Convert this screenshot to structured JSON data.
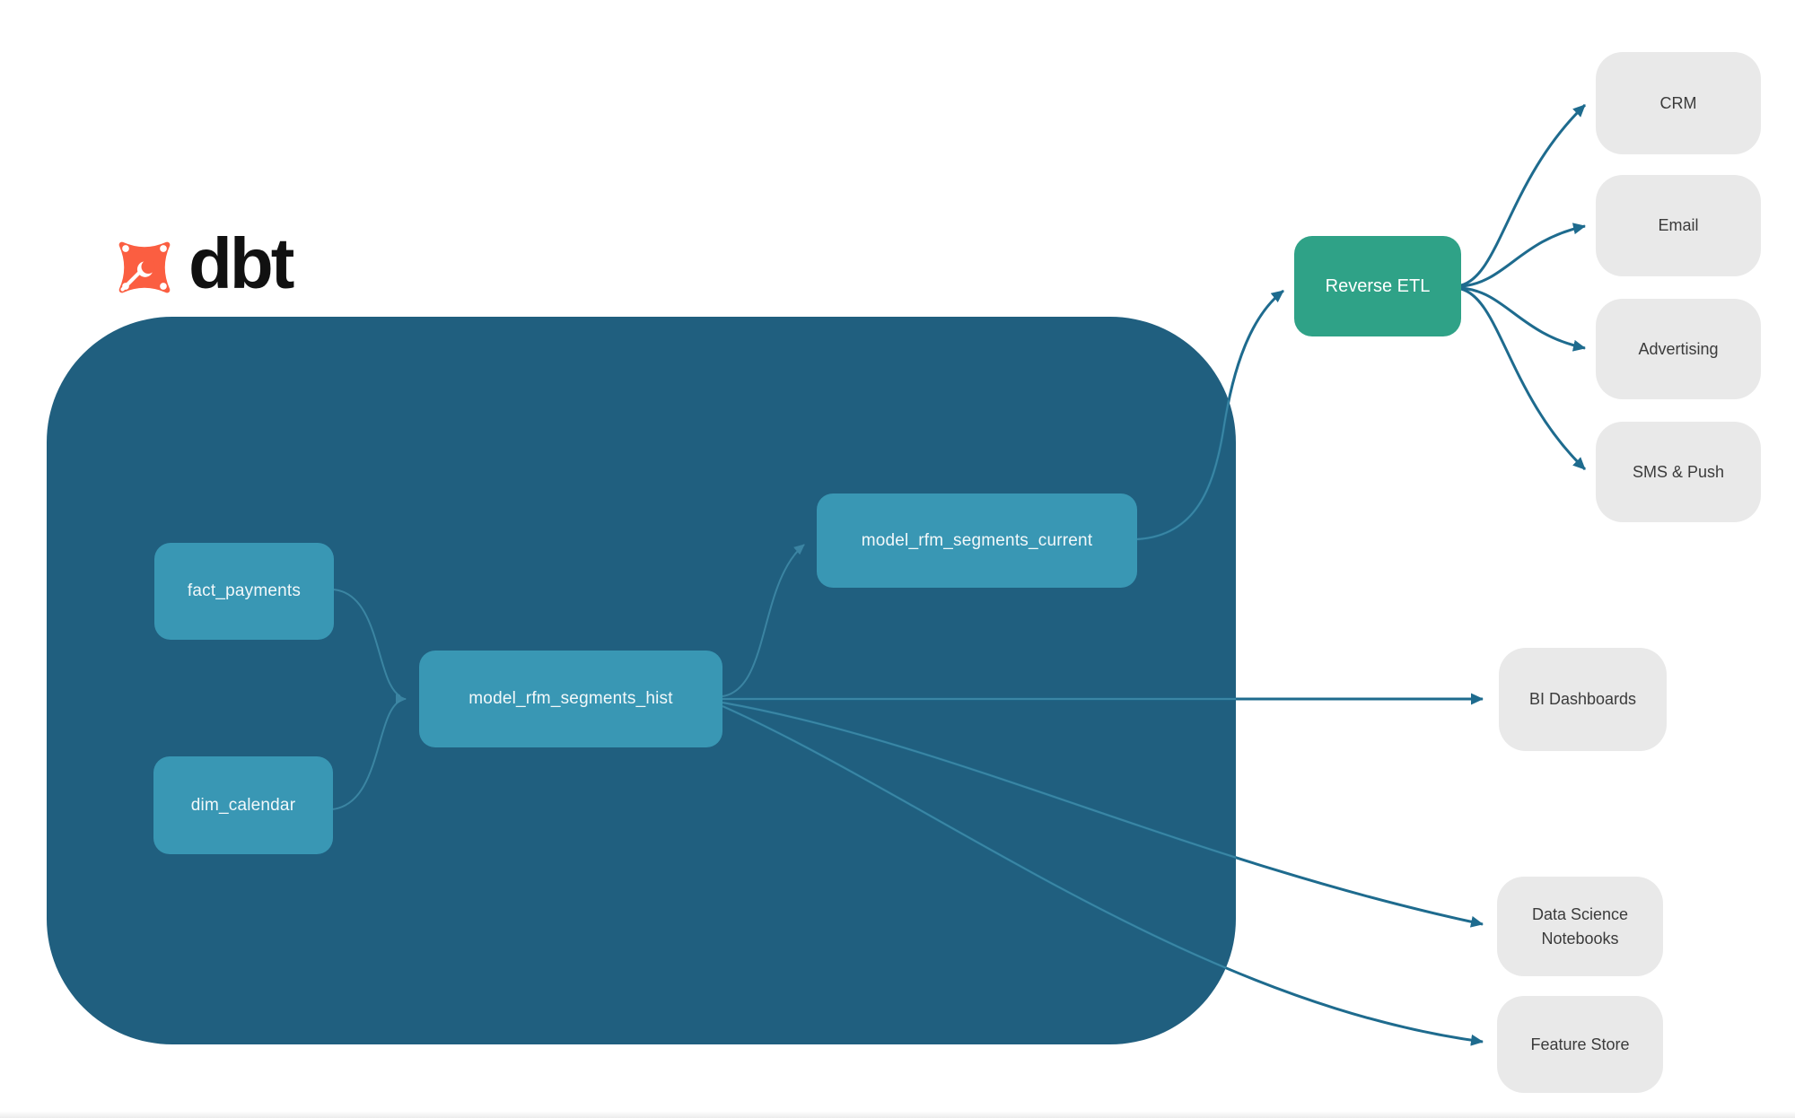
{
  "brand": {
    "wordmark": "dbt"
  },
  "colors": {
    "canvas": "#ffffff",
    "container": "#205F7F",
    "model-node": "#3997B4",
    "model-node-text": "#F2F8FA",
    "reverse-etl": "#2FA287",
    "destination": "#E9E9E9",
    "destination-text": "#3B3B3B",
    "edge-dark": "#1E6B8E",
    "edge-light": "#3E89A6",
    "logo-orange": "#FB5E41",
    "wordmark-text": "#111111"
  },
  "nodes": {
    "fact_payments": {
      "label": "fact_payments",
      "type": "model"
    },
    "dim_calendar": {
      "label": "dim_calendar",
      "type": "model"
    },
    "hist": {
      "label": "model_rfm_segments_hist",
      "type": "model"
    },
    "current": {
      "label": "model_rfm_segments_current",
      "type": "model"
    },
    "reverse_etl": {
      "label": "Reverse ETL",
      "type": "tool"
    },
    "crm": {
      "label": "CRM",
      "type": "destination"
    },
    "email": {
      "label": "Email",
      "type": "destination"
    },
    "advertising": {
      "label": "Advertising",
      "type": "destination"
    },
    "sms_push": {
      "label": "SMS & Push",
      "type": "destination"
    },
    "bi_dashboards": {
      "label": "BI Dashboards",
      "type": "destination"
    },
    "data_science": {
      "label": "Data Science Notebooks",
      "type": "destination"
    },
    "feature_store": {
      "label": "Feature Store",
      "type": "destination"
    }
  },
  "edges": [
    {
      "from": "fact_payments",
      "to": "hist"
    },
    {
      "from": "dim_calendar",
      "to": "hist"
    },
    {
      "from": "hist",
      "to": "current"
    },
    {
      "from": "current",
      "to": "reverse_etl"
    },
    {
      "from": "reverse_etl",
      "to": "crm"
    },
    {
      "from": "reverse_etl",
      "to": "email"
    },
    {
      "from": "reverse_etl",
      "to": "advertising"
    },
    {
      "from": "reverse_etl",
      "to": "sms_push"
    },
    {
      "from": "hist",
      "to": "bi_dashboards"
    },
    {
      "from": "hist",
      "to": "data_science"
    },
    {
      "from": "hist",
      "to": "feature_store"
    }
  ]
}
